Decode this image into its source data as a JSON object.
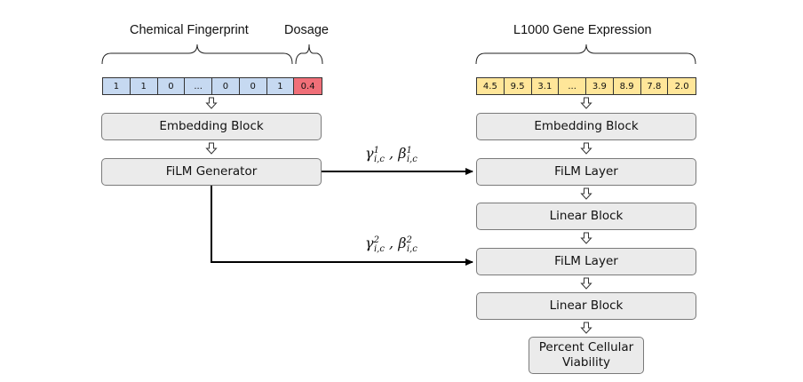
{
  "left": {
    "fingerprint_header": "Chemical Fingerprint",
    "dosage_header": "Dosage",
    "fingerprint_cells": [
      "1",
      "1",
      "0",
      "...",
      "0",
      "0",
      "1"
    ],
    "dosage_cell": "0.4",
    "embedding_label": "Embedding Block",
    "generator_label": "FiLM Generator"
  },
  "right": {
    "expression_header": "L1000 Gene Expression",
    "expression_cells": [
      "4.5",
      "9.5",
      "3.1",
      "...",
      "3.9",
      "8.9",
      "7.8",
      "2.0"
    ],
    "embedding_label": "Embedding Block",
    "film_layer_1_label": "FiLM Layer",
    "linear_block_1_label": "Linear Block",
    "film_layer_2_label": "FiLM Layer",
    "linear_block_2_label": "Linear Block",
    "output_label": "Percent Cellular Viability"
  },
  "connections": {
    "gamma": "γ",
    "beta": "β",
    "subscript": "i,c",
    "layer_1": "1",
    "layer_2": "2",
    "separator": ","
  },
  "colors": {
    "fingerprint_cell": "#c6d9f1",
    "dosage_cell": "#f06f78",
    "expression_cell": "#ffe699",
    "box_fill": "#ebebeb",
    "box_border": "#7a7a7a",
    "arrow": "#000000"
  }
}
